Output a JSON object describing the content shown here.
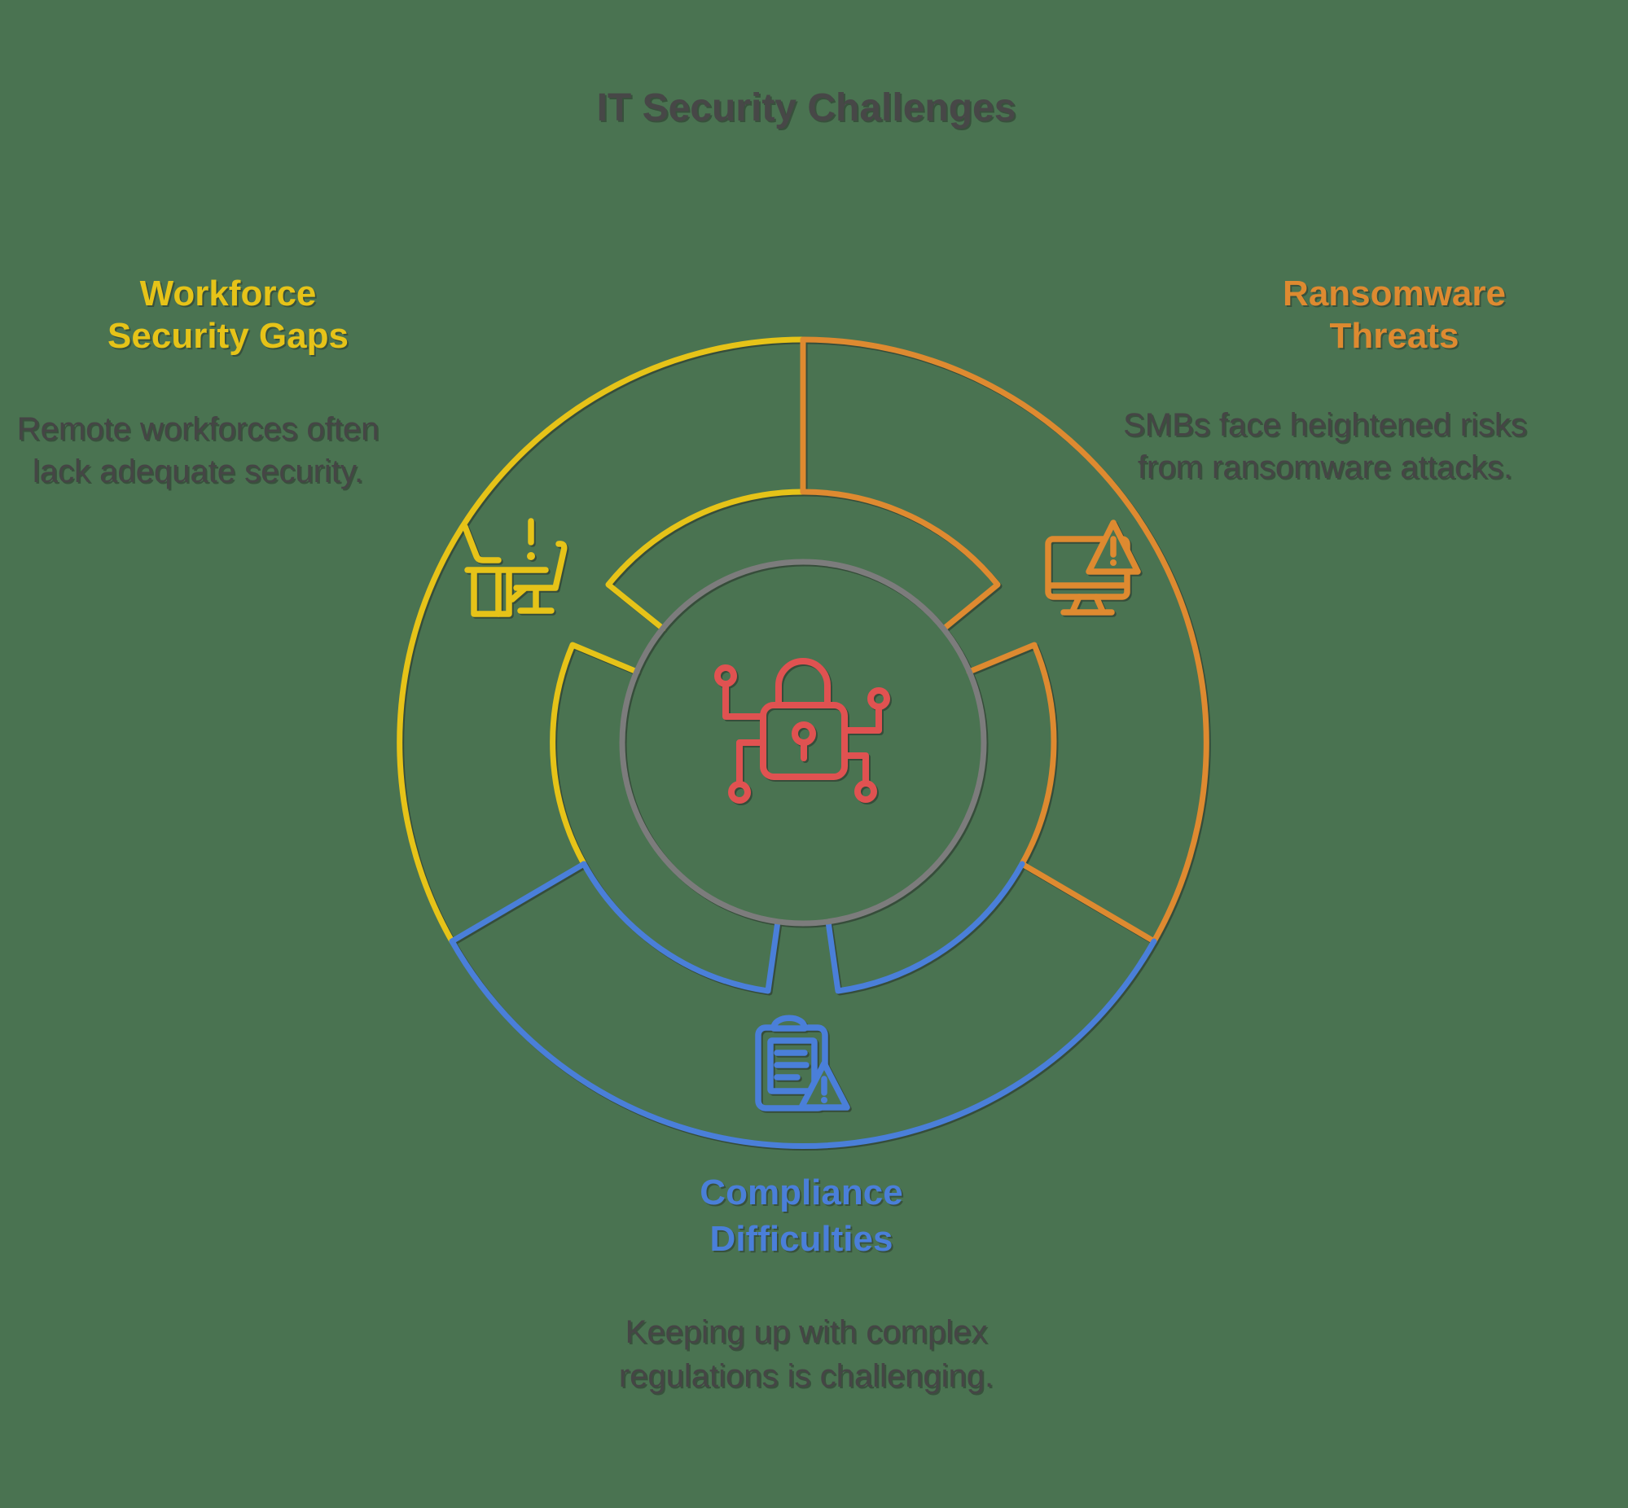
{
  "title": "IT Security Challenges",
  "colors": {
    "background": "#4A7351",
    "yellow": "#E6C318",
    "orange": "#DE8A30",
    "blue": "#4A7FD9",
    "red": "#E05251",
    "gray": "#7C7C7C",
    "text": "#454545",
    "title_text": "#474747"
  },
  "segments": [
    {
      "name": "workforce-security-gaps",
      "heading_line1": "Workforce",
      "heading_line2": "Security Gaps",
      "desc_line1": "Remote workforces often",
      "desc_line2": "lack adequate security.",
      "icon": "desk-chair-alert-icon",
      "color_key": "yellow"
    },
    {
      "name": "ransomware-threats",
      "heading_line1": "Ransomware",
      "heading_line2": "Threats",
      "desc_line1": "SMBs face heightened risks",
      "desc_line2": "from ransomware attacks.",
      "icon": "monitor-warning-icon",
      "color_key": "orange"
    },
    {
      "name": "compliance-difficulties",
      "heading_line1": "Compliance",
      "heading_line2": "Difficulties",
      "desc_line1": "Keeping up with complex",
      "desc_line2": "regulations is challenging.",
      "icon": "clipboard-warning-icon",
      "color_key": "blue"
    }
  ],
  "center_icon": "cyber-security-lock-icon"
}
